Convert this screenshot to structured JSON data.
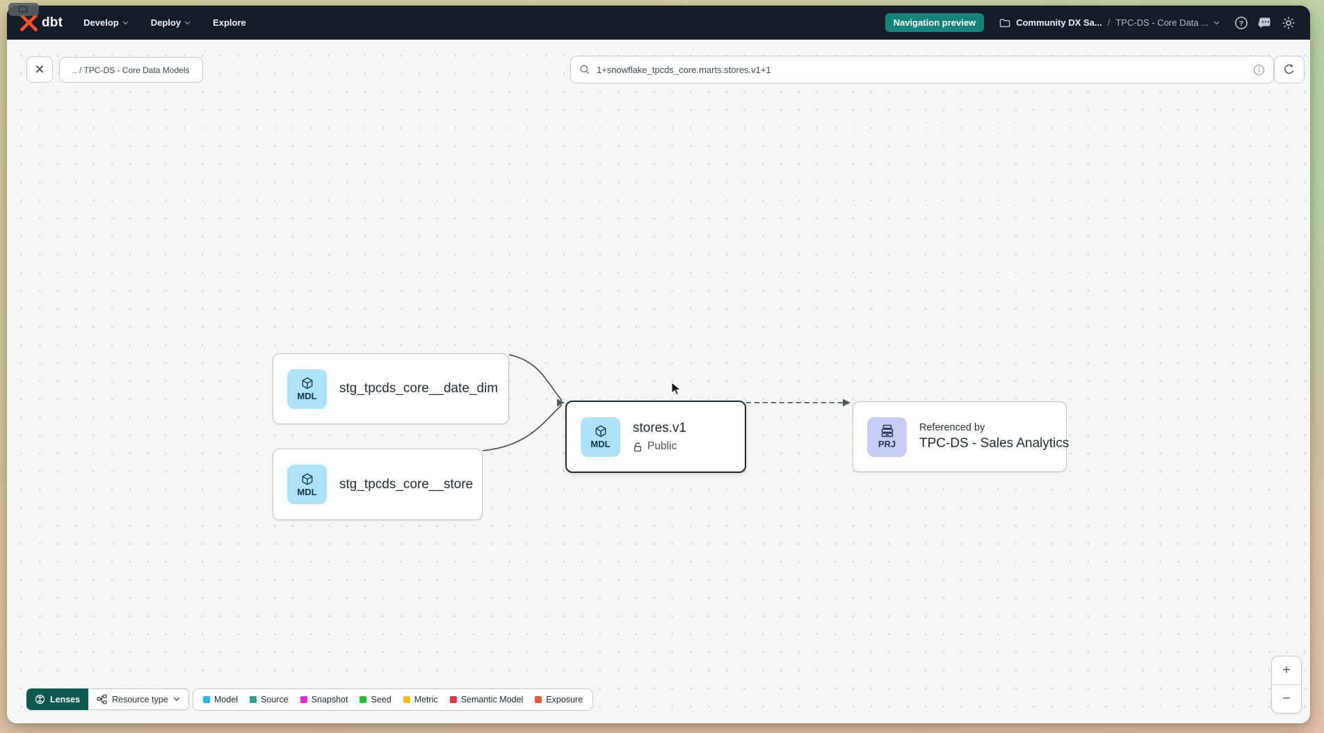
{
  "navbar": {
    "logo_text": "dbt",
    "menu": [
      {
        "label": "Develop"
      },
      {
        "label": "Deploy"
      },
      {
        "label": "Explore"
      }
    ],
    "preview_badge": "Navigation preview",
    "breadcrumb": {
      "account": "Community DX Sa...",
      "separator": "/",
      "project": "TPC-DS - Core Data ..."
    },
    "colors": {
      "bg": "#141c28",
      "teal": "#15837b",
      "logo_orange": "#ff4f27"
    }
  },
  "toolbar": {
    "close_glyph": "✕",
    "breadcrumb_chip": ".. / TPC-DS - Core Data Models",
    "search_value": "1+snowflake_tpcds_core.marts.stores.v1+1"
  },
  "graph": {
    "nodes": [
      {
        "id": "date_dim",
        "badge": "MDL",
        "label": "stg_tpcds_core__date_dim"
      },
      {
        "id": "store",
        "badge": "MDL",
        "label": "stg_tpcds_core__store"
      },
      {
        "id": "stores_v1",
        "badge": "MDL",
        "label": "stores.v1",
        "sublabel": "Public",
        "selected": true
      },
      {
        "id": "sales_analytics",
        "badge": "PRJ",
        "overline": "Referenced by",
        "label": "TPC-DS - Sales Analytics"
      }
    ],
    "edge_color": "#4f575f"
  },
  "legend": {
    "lenses_label": "Lenses",
    "resource_type_label": "Resource type",
    "items": [
      {
        "label": "Model",
        "color": "#29b5e8"
      },
      {
        "label": "Source",
        "color": "#2f9e93"
      },
      {
        "label": "Snapshot",
        "color": "#e62cc7"
      },
      {
        "label": "Seed",
        "color": "#21c232"
      },
      {
        "label": "Metric",
        "color": "#eec213"
      },
      {
        "label": "Semantic Model",
        "color": "#ea2f49"
      },
      {
        "label": "Exposure",
        "color": "#ee5b35"
      }
    ]
  },
  "zoom_controls": {
    "zoom_in": "+",
    "zoom_out": "−"
  },
  "icons": {
    "share-pill": "screen-share-indicator",
    "search": "magnifier",
    "info": "circled-i",
    "refresh": "circular-arrow",
    "help": "circled-question",
    "feedback": "speech-bubble",
    "settings": "gear",
    "folder": "folder",
    "model": "cube",
    "project": "stacked-drawers",
    "public": "open-padlock",
    "lenses": "orb",
    "resource_type": "share-nodes"
  }
}
